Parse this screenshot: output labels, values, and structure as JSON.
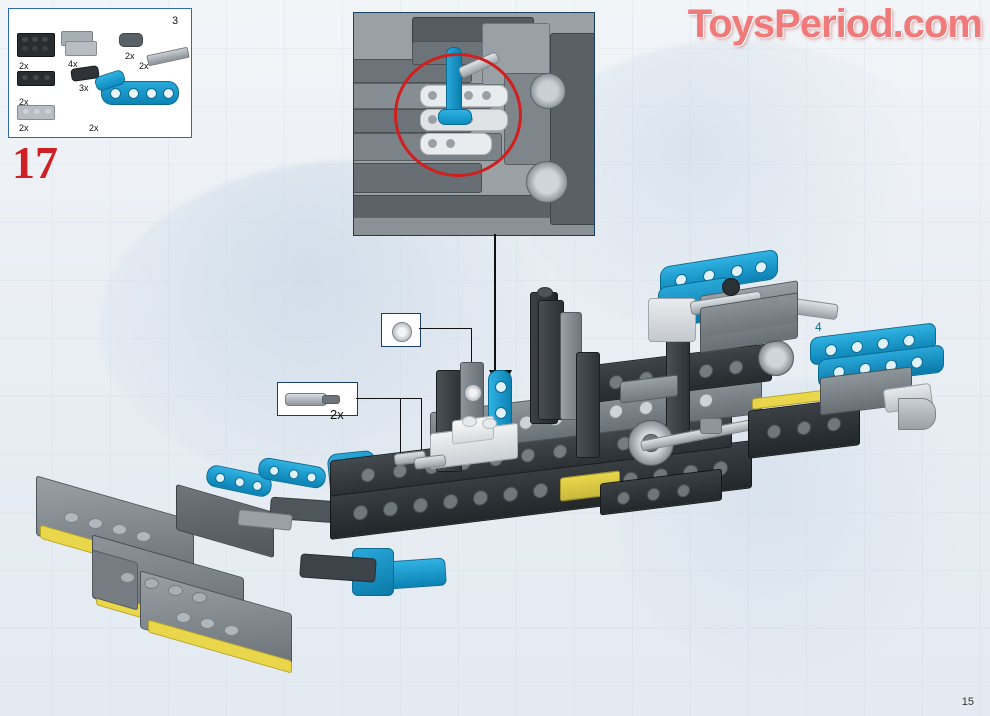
{
  "document": {
    "type": "lego-instruction-page",
    "page_number": "15",
    "step_number": "17",
    "watermark": "ToysPeriod.com"
  },
  "parts_box": {
    "name": "parts-callout-box",
    "quantities": [
      "2x",
      "4x",
      "2x",
      "3",
      "2x",
      "2x",
      "3x",
      "2x",
      "2x"
    ],
    "items": [
      {
        "qty": "2x",
        "desc": "black-plate-2x4"
      },
      {
        "qty": "4x",
        "desc": "light-gray-plate-1x2"
      },
      {
        "qty": "2x",
        "desc": "dark-gray-pin"
      },
      {
        "qty": "3",
        "desc": "gray-axle"
      },
      {
        "qty": "2x",
        "desc": "black-plate-1x4"
      },
      {
        "qty": "3x",
        "desc": "black-connector"
      },
      {
        "qty": "2x",
        "desc": "blue-liftarm"
      },
      {
        "qty": "2x",
        "desc": "light-gray-plate-1x2"
      },
      {
        "qty": "2x",
        "desc": "blue-beam"
      }
    ]
  },
  "callouts": [
    {
      "name": "pin-callout",
      "label": "2x",
      "part": "gray-axle-pin"
    },
    {
      "name": "bushing-callout",
      "label": "",
      "part": "light-gray-bushing"
    }
  ],
  "annotations": [
    {
      "name": "count-3-upper",
      "text": "3"
    },
    {
      "name": "count-3-right",
      "text": "3"
    },
    {
      "name": "count-4-right",
      "text": "4"
    }
  ],
  "colors": {
    "watermark": "#f07a7a",
    "box_border": "#2d6ca8",
    "inset_border": "#1a3f66",
    "highlight_circle": "#d01f1f",
    "lego_blue": "#0a8ec2",
    "lego_dark_gray": "#4c5358",
    "lego_light_gray": "#9aa2a8",
    "lego_black": "#25282b",
    "lego_yellow": "#e9d64a",
    "page_bg": "#e9eef4"
  }
}
